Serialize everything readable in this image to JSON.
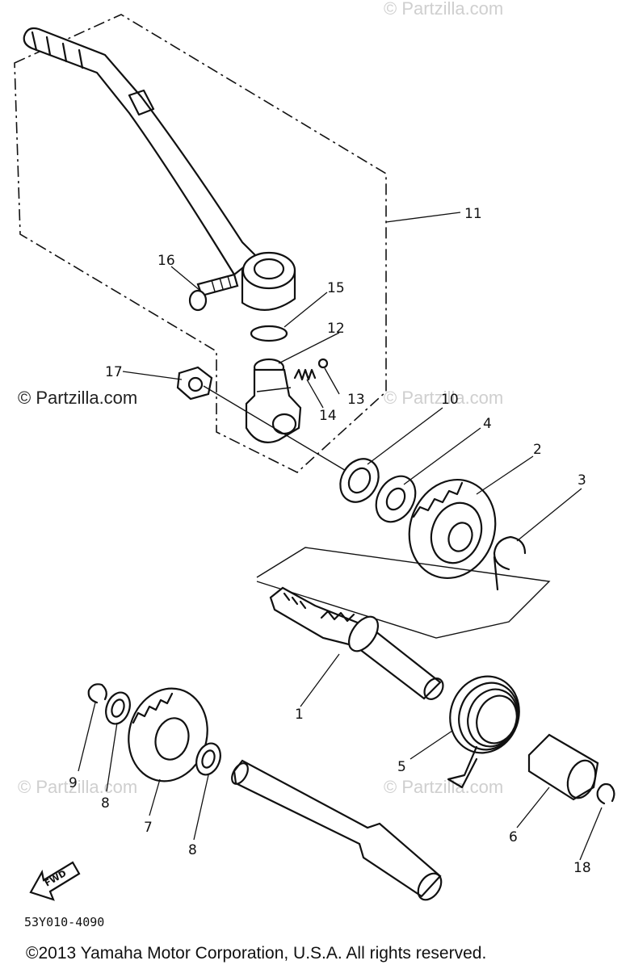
{
  "diagram": {
    "watermarks": [
      "© Partzilla.com",
      "© Partzilla.com",
      "© Partzilla.com",
      "© Partzilla.com",
      "© Partzilla.com"
    ],
    "part_labels": {
      "p1": "1",
      "p2": "2",
      "p3": "3",
      "p4": "4",
      "p5": "5",
      "p6": "6",
      "p7": "7",
      "p8a": "8",
      "p8b": "8",
      "p9": "9",
      "p10": "10",
      "p11": "11",
      "p12": "12",
      "p13": "13",
      "p14": "14",
      "p15": "15",
      "p16": "16",
      "p17": "17",
      "p18": "18"
    },
    "fwd_label": "FWD",
    "diagram_code": "53Y010-4090",
    "copyright": "©2013 Yamaha Motor Corporation, U.S.A. All rights reserved."
  }
}
